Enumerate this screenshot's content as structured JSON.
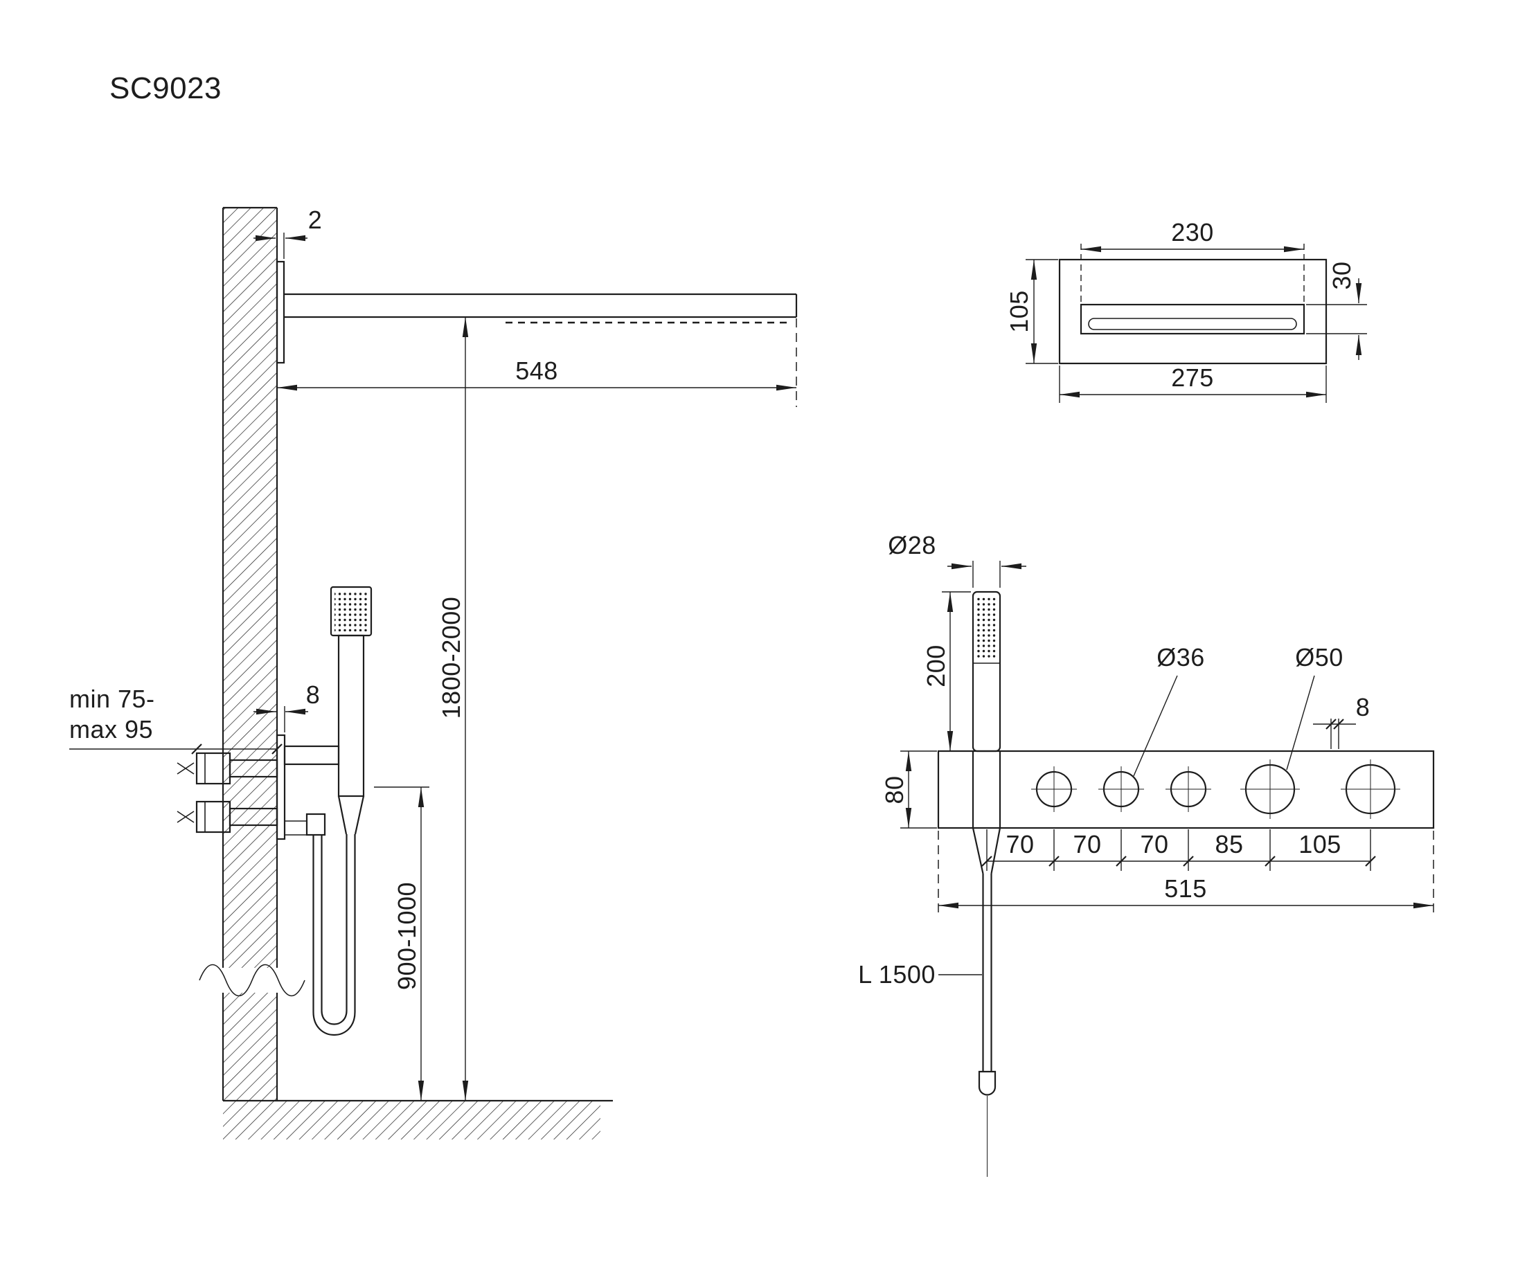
{
  "title": "SC9023",
  "colors": {
    "line": "#1d1d1d",
    "background": "#ffffff"
  },
  "side_view": {
    "plate_thickness": "2",
    "arm_projection": "548",
    "head_height": "1800-2000",
    "holder_offset": "8",
    "rough_in_line1": "min 75-",
    "rough_in_line2": "max 95",
    "valve_height": "900-1000"
  },
  "head_view": {
    "slot_width": "230",
    "body_height": "105",
    "slot_height": "30",
    "body_width": "275"
  },
  "valve_view": {
    "handshower_diameter": "Ø28",
    "handshower_exposed_length": "200",
    "bar_height": "80",
    "small_knob_diameter": "Ø36",
    "large_knob_diameter": "Ø50",
    "right_offset": "8",
    "pitch_1": "70",
    "pitch_2": "70",
    "pitch_3": "70",
    "pitch_4": "85",
    "pitch_5": "105",
    "bar_length": "515",
    "hose_length": "L 1500"
  }
}
